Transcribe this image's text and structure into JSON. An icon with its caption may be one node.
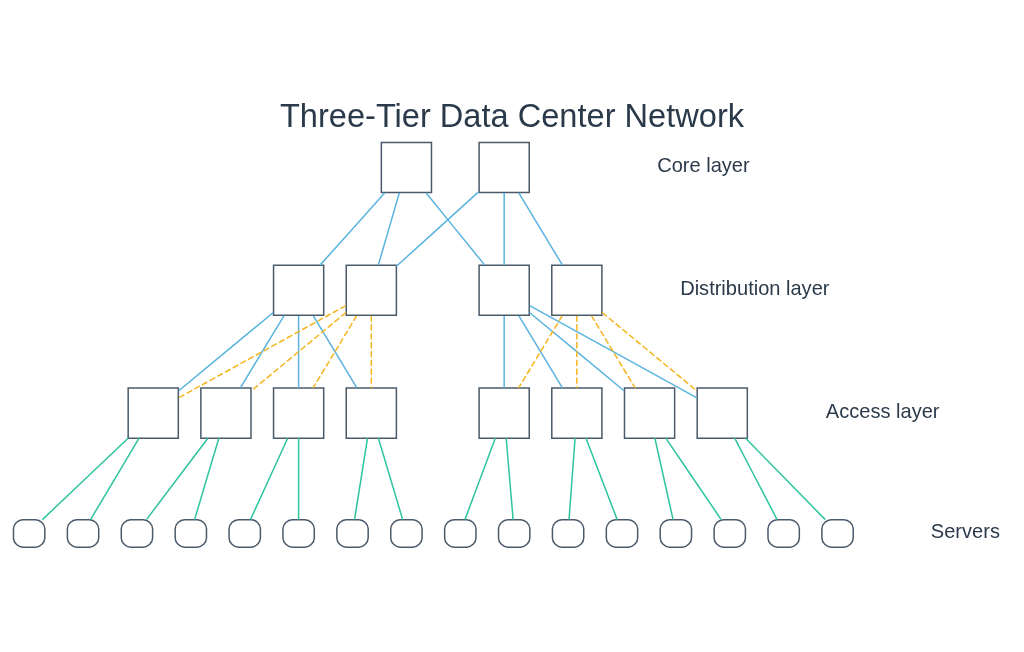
{
  "diagram": {
    "title": "Three-Tier Data Center Network",
    "nodes": [
      {
        "text": [],
        "shape": "box"
      },
      {
        "text": [],
        "shape": "box"
      },
      {
        "text": [],
        "shape": "box"
      },
      {
        "text": [],
        "shape": "box"
      },
      {
        "text": [],
        "shape": "box"
      },
      {
        "text": [],
        "shape": "box"
      },
      {
        "text": [],
        "shape": "box"
      },
      {
        "text": [],
        "shape": "box"
      },
      {
        "text": [],
        "shape": "box"
      },
      {
        "text": [],
        "shape": "box"
      },
      {
        "text": [],
        "shape": "box"
      },
      {
        "text": [],
        "shape": "box"
      },
      {
        "text": [],
        "shape": "box"
      },
      {
        "text": [],
        "shape": "box"
      },
      {
        "text": [],
        "shape": "box"
      },
      {
        "text": [],
        "shape": "box"
      },
      {
        "text": [],
        "shape": "box"
      },
      {
        "text": [],
        "shape": "box"
      },
      {
        "text": [],
        "shape": "box"
      },
      {
        "text": [],
        "shape": "box"
      },
      {
        "text": [],
        "shape": "box"
      },
      {
        "text": [],
        "shape": "box"
      },
      {
        "text": [],
        "shape": "box"
      },
      {
        "text": [],
        "shape": "box"
      },
      {
        "text": [],
        "shape": "box"
      },
      {
        "text": [],
        "shape": "box"
      },
      {
        "text": [],
        "shape": "box"
      },
      {
        "text": [],
        "shape": "box"
      },
      {
        "text": [],
        "shape": "box"
      },
      {
        "text": [],
        "shape": "box"
      }
    ],
    "edges": [
      {
        "from": 0,
        "to": 2,
        "arrow": "none",
        "color": "#5ab4e0"
      },
      {
        "from": 0,
        "to": 3,
        "arrow": "none",
        "color": "#5ab4e0"
      },
      {
        "from": 0,
        "to": 4,
        "arrow": "none",
        "color": "#5ab4e0"
      },
      {
        "from": 1,
        "to": 3,
        "arrow": "none",
        "color": "#5ab4e0"
      },
      {
        "from": 1,
        "to": 4,
        "arrow": "none",
        "color": "#5ab4e0"
      },
      {
        "from": 1,
        "to": 5,
        "arrow": "none",
        "color": "#5ab4e0"
      },
      {
        "from": 2,
        "to": 6,
        "arrow": "none",
        "color": "#5ab4e0"
      },
      {
        "from": 2,
        "to": 7,
        "arrow": "none",
        "color": "#5ab4e0"
      },
      {
        "from": 2,
        "to": 8,
        "arrow": "none",
        "color": "#5ab4e0"
      },
      {
        "from": 2,
        "to": 9,
        "arrow": "none",
        "color": "#5ab4e0"
      },
      {
        "from": 3,
        "to": 6,
        "arrow": "none",
        "style": "dashed",
        "color": "#f5b51f"
      },
      {
        "from": 3,
        "to": 7,
        "arrow": "none",
        "style": "dashed",
        "color": "#f5b51f"
      },
      {
        "from": 3,
        "to": 8,
        "arrow": "none",
        "style": "dashed",
        "color": "#f5b51f"
      },
      {
        "from": 3,
        "to": 9,
        "arrow": "none",
        "style": "dashed",
        "color": "#f5b51f"
      },
      {
        "from": 4,
        "to": 10,
        "arrow": "none",
        "color": "#5ab4e0"
      },
      {
        "from": 4,
        "to": 11,
        "arrow": "none",
        "color": "#5ab4e0"
      },
      {
        "from": 4,
        "to": 12,
        "arrow": "none",
        "color": "#5ab4e0"
      },
      {
        "from": 4,
        "to": 13,
        "arrow": "none",
        "color": "#5ab4e0"
      },
      {
        "from": 5,
        "to": 10,
        "arrow": "none",
        "style": "dashed",
        "color": "#f5b51f"
      },
      {
        "from": 5,
        "to": 11,
        "arrow": "none",
        "style": "dashed",
        "color": "#f5b51f"
      },
      {
        "from": 5,
        "to": 12,
        "arrow": "none",
        "style": "dashed",
        "color": "#f5b51f"
      },
      {
        "from": 5,
        "to": 13,
        "arrow": "none",
        "style": "dashed",
        "color": "#f5b51f"
      },
      {
        "from": 6,
        "to": 14,
        "arrow": "none"
      },
      {
        "from": 6,
        "to": 15,
        "arrow": "none"
      },
      {
        "from": 7,
        "to": 16,
        "arrow": "none"
      },
      {
        "from": 7,
        "to": 17,
        "arrow": "none"
      },
      {
        "from": 8,
        "to": 18,
        "arrow": "none"
      },
      {
        "from": 8,
        "to": 19,
        "arrow": "none"
      },
      {
        "from": 9,
        "to": 20,
        "arrow": "none"
      },
      {
        "from": 9,
        "to": 21,
        "arrow": "none"
      },
      {
        "from": 10,
        "to": 22,
        "arrow": "none"
      },
      {
        "from": 10,
        "to": 23,
        "arrow": "none"
      },
      {
        "from": 11,
        "to": 24,
        "arrow": "none"
      },
      {
        "from": 11,
        "to": 25,
        "arrow": "none"
      },
      {
        "from": 12,
        "to": 26,
        "arrow": "none"
      },
      {
        "from": 12,
        "to": 27,
        "arrow": "none"
      },
      {
        "from": 13,
        "to": 28,
        "arrow": "none"
      },
      {
        "from": 13,
        "to": 29,
        "arrow": "none"
      }
    ],
    "labels": [
      "Core layer",
      "Distribution layer",
      "Access layer",
      "Servers"
    ]
  }
}
